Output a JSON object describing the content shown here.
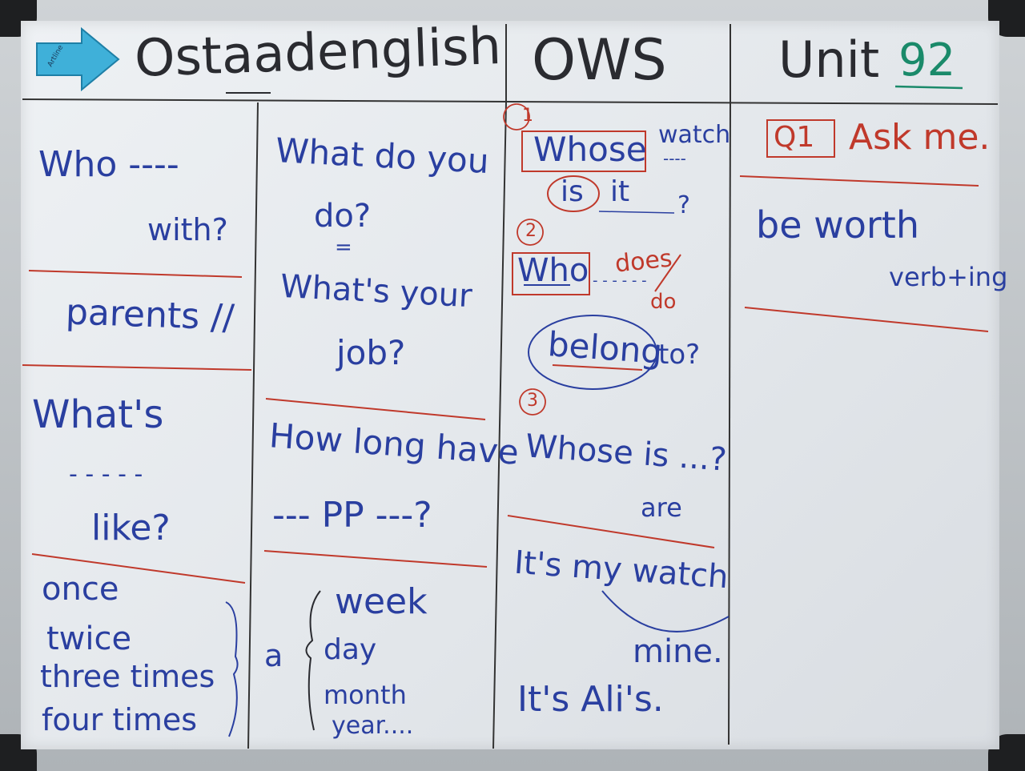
{
  "header": {
    "brand": "Ostaadenglish",
    "middle": "OWS",
    "unit_label": "Unit",
    "unit_number": "92",
    "eraser_text": "Artline"
  },
  "col1": {
    "who": "Who ----",
    "with": "with?",
    "parents": "parents //",
    "whats": "What's",
    "dashes": "- - - - -",
    "like": "like?",
    "freq": [
      "once",
      "twice",
      "three times",
      "four times"
    ]
  },
  "col2": {
    "what_do_you": "What do you",
    "do": "do?",
    "equals": "=",
    "whats_your": "What's your",
    "job": "job?",
    "how_long": "How long have",
    "pp": "--- PP ---?",
    "a": "a",
    "periods": [
      "week",
      "day",
      "month",
      "year...."
    ]
  },
  "col3": {
    "n1": "1",
    "whose": "Whose",
    "watch": "watch",
    "dash1": "----",
    "is": "is",
    "it": "it",
    "q1": "?",
    "n2": "2",
    "who": "Who",
    "does": "does",
    "do_red": "do",
    "dash2": "- - - - - -",
    "belong": "belong",
    "to": "to?",
    "n3": "3",
    "whose_is": "Whose is ...?",
    "are": "are",
    "its_my_watch": "It's my watch",
    "mine": "mine.",
    "its_alis": "It's Ali's."
  },
  "col4": {
    "q1_box": "Q1",
    "ask_me": "Ask me.",
    "be_worth": "be worth",
    "verbing": "verb+ing"
  },
  "colors": {
    "blue_marker": "#2a3fa0",
    "red_marker": "#c0392b",
    "green_marker": "#1a8a6a",
    "black_marker": "#2a2b30"
  }
}
